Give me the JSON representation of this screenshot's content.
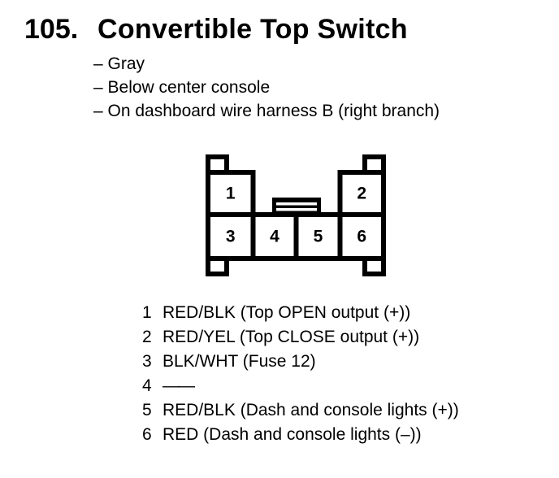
{
  "colors": {
    "ink": "#000000",
    "paper": "#ffffff"
  },
  "header": {
    "number": "105.",
    "title": "Convertible Top Switch"
  },
  "notes": [
    "– Gray",
    "– Below center console",
    "– On dashboard wire harness B (right branch)"
  ],
  "connector": {
    "pins": [
      "1",
      "2",
      "3",
      "4",
      "5",
      "6"
    ]
  },
  "legend": {
    "entries": [
      {
        "pin": "1",
        "desc": "RED/BLK (Top OPEN output (+))"
      },
      {
        "pin": "2",
        "desc": "RED/YEL (Top CLOSE output (+))"
      },
      {
        "pin": "3",
        "desc": "BLK/WHT (Fuse 12)"
      },
      {
        "pin": "4",
        "desc": "——"
      },
      {
        "pin": "5",
        "desc": "RED/BLK (Dash and console lights (+))"
      },
      {
        "pin": "6",
        "desc": "RED (Dash and console lights (–))"
      }
    ]
  }
}
